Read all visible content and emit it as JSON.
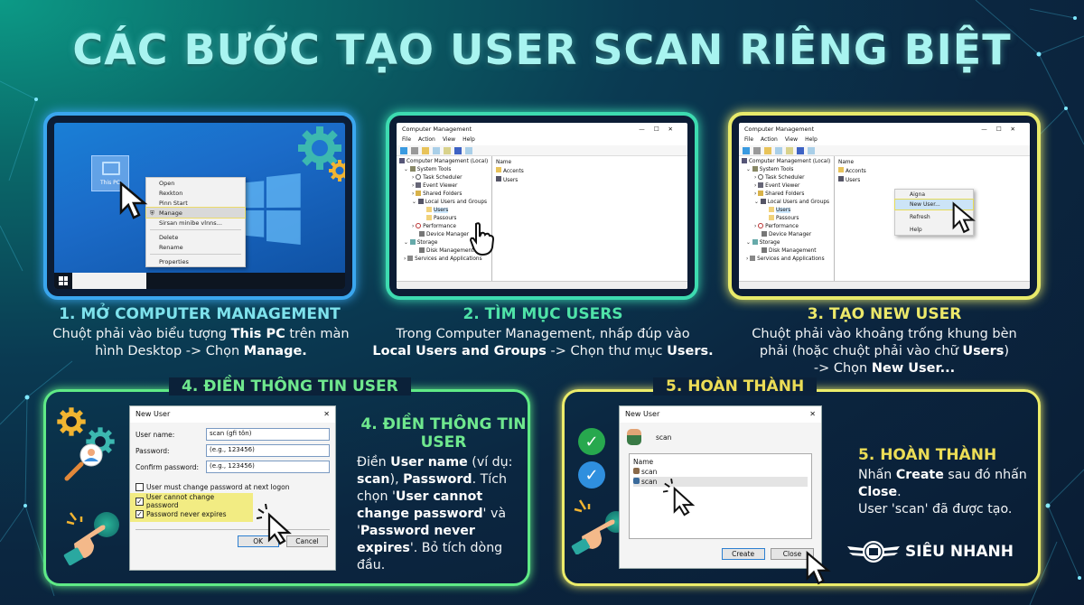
{
  "title": "CÁC BƯỚC TẠO USER SCAN RIÊNG BIỆT",
  "colors": {
    "title": "#a8f4f0",
    "step1": "#7ee2ec",
    "step2": "#4fe3a8",
    "step3": "#ece86a",
    "step4": "#6fe88e",
    "step5": "#ecdd56"
  },
  "step1": {
    "title": "1. MỞ COMPUTER MANAGEMENT",
    "desc_pre": "Chuột phải vào biểu tượng ",
    "desc_b1": "This PC",
    "desc_mid": " trên màn hình Desktop -> Chọn ",
    "desc_b2": "Manage.",
    "desktop_icon_label": "This PC",
    "context_menu": [
      "Open",
      "Rexkton",
      "Pinn Start",
      "Manage",
      "Sirsan minibe vlnns...",
      "Delete",
      "Rename",
      "Properties"
    ]
  },
  "cm": {
    "window_title": "Computer Management",
    "menu": [
      "File",
      "Action",
      "View",
      "Help"
    ],
    "win_controls": [
      "—",
      "☐",
      "✕"
    ],
    "tree": [
      "Computer Management (Local)",
      "System Tools",
      "Task Scheduler",
      "Event Viewer",
      "Shared Folders",
      "Local Users and Groups",
      "Users",
      "Passours",
      "Performance",
      "Device Manager",
      "Storage",
      "Disk Management",
      "Services and Applications"
    ],
    "list_header": "Name",
    "list_items_2": [
      "Accents",
      "Users"
    ],
    "list_items_3": [
      "Acconts",
      "Users"
    ],
    "ctx3": [
      "Aigna",
      "New User...",
      "Refresh",
      "Help"
    ]
  },
  "step2": {
    "title": "2. TÌM MỤC USERS",
    "desc_l1": "Trong Computer Management, nhấp đúp vào",
    "desc_b1": "Local Users and Groups",
    "desc_mid": " -> Chọn thư mục ",
    "desc_b2": "Users."
  },
  "step3": {
    "title": "3. TẠO NEW USER",
    "desc_l1": "Chuột phải vào khoảng trống khung bèn",
    "desc_l2_pre": "phải (hoặc chuột phải vào chữ ",
    "desc_l2_b": "Users",
    "desc_l2_post": ")",
    "desc_l3_pre": "-> Chọn ",
    "desc_l3_b": "New User..."
  },
  "step4": {
    "frame_label": "4. ĐIỀN THÔNG TIN USER",
    "dialog_title": "New User",
    "fields": [
      {
        "label": "User name:",
        "value": "scan (gfi tôn)"
      },
      {
        "label": "Password:",
        "value": "(e.g., 123456)"
      },
      {
        "label": "Confirm password:",
        "value": "(e.g., 123456)"
      }
    ],
    "checkboxes": [
      {
        "label": "User must change password at next logon",
        "checked": false
      },
      {
        "label": "User cannot change password",
        "checked": true
      },
      {
        "label": "Password never expires",
        "checked": true
      }
    ],
    "ok": "OK",
    "cancel": "Cancel",
    "side_title": "4. ĐIỀN THÔNG TIN USER",
    "side_desc": {
      "t1": "Điền ",
      "b1": "User name",
      "t2": " (ví dụ: ",
      "b2": "scan",
      "t3": "), ",
      "b3": "Password",
      "t4": ". Tích chọn '",
      "b4": "User cannot change password",
      "t5": "' và '",
      "b5": "Password never expires",
      "t6": "'. Bỏ tích dòng đầu."
    }
  },
  "step5": {
    "frame_label": "5. HOÀN THÀNH",
    "dialog_title": "New User",
    "user": "scan",
    "list_header": "Name",
    "list_items": [
      "scan",
      "scan"
    ],
    "create": "Create",
    "close": "Close",
    "side_title": "5. HOÀN THÀNH",
    "side_desc": {
      "t1": "Nhấn ",
      "b1": "Create",
      "t2": " sau đó nhấn ",
      "b2": "Close",
      "t3": ".",
      "t4": "User 'scan' đã được tạo."
    }
  },
  "logo": {
    "text": "SIÊU NHANH"
  }
}
